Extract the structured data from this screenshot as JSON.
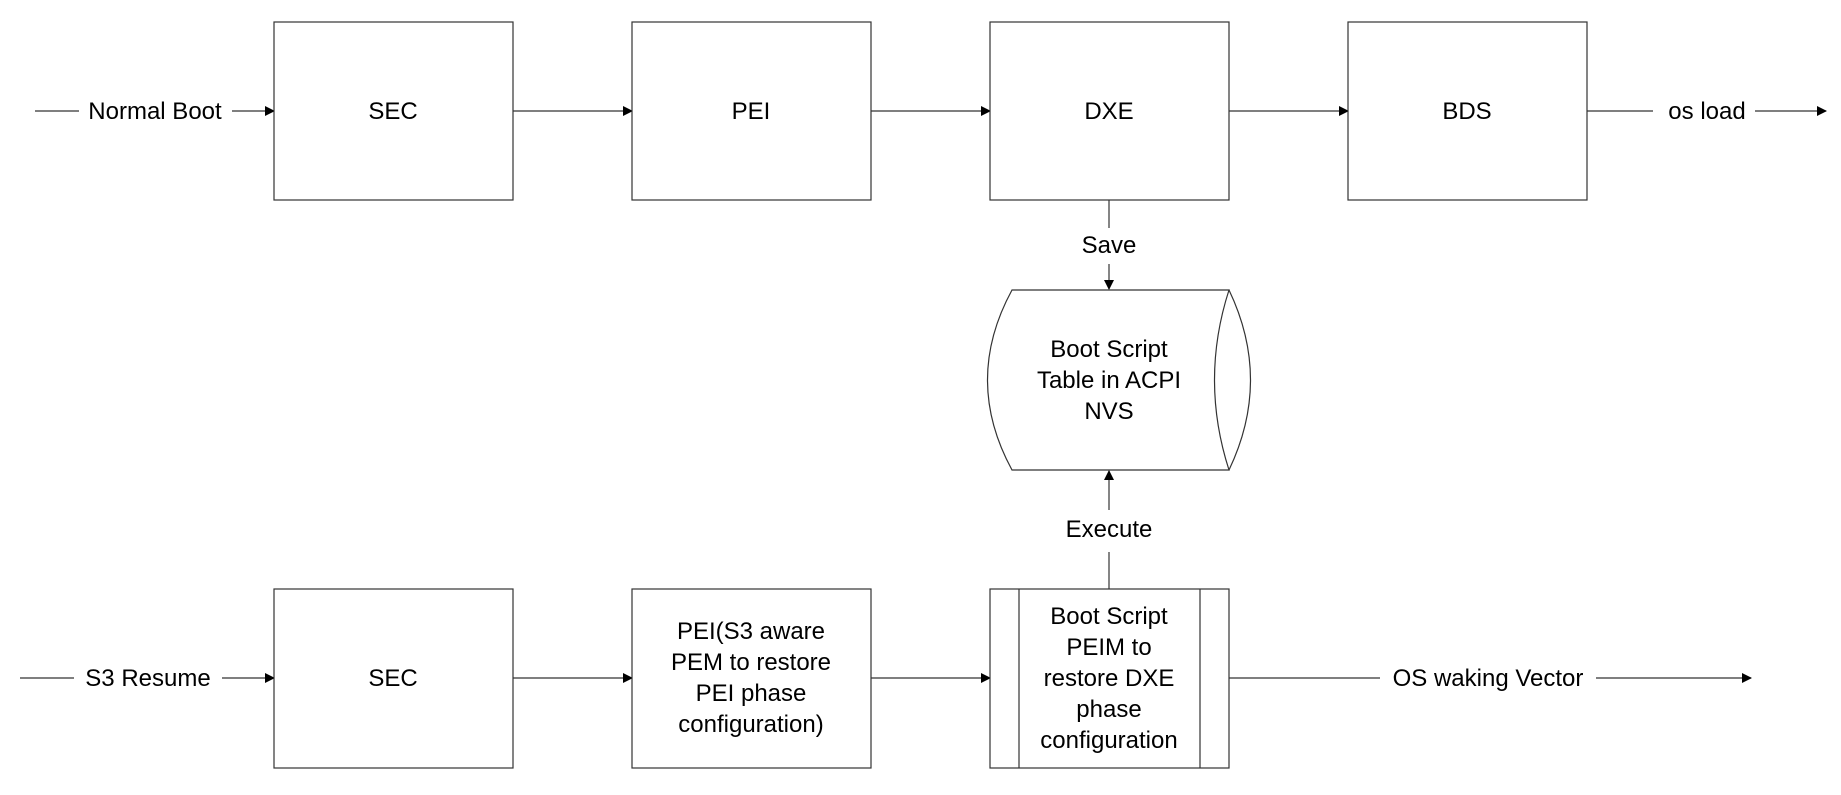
{
  "normal_boot": {
    "entry_label": "Normal Boot",
    "phases": [
      "SEC",
      "PEI",
      "DXE",
      "BDS"
    ],
    "exit_label": "os load"
  },
  "save_label": "Save",
  "boot_script_table": {
    "lines": [
      "Boot Script",
      "Table in ACPI",
      "NVS"
    ]
  },
  "execute_label": "Execute",
  "s3_resume": {
    "entry_label": "S3 Resume",
    "sec": "SEC",
    "pei_lines": [
      "PEI(S3 aware",
      "PEM to restore",
      "PEI phase",
      "configuration)"
    ],
    "peim_lines": [
      "Boot Script",
      "PEIM to",
      "restore DXE",
      "phase",
      "configuration"
    ],
    "exit_label": "OS waking Vector"
  }
}
